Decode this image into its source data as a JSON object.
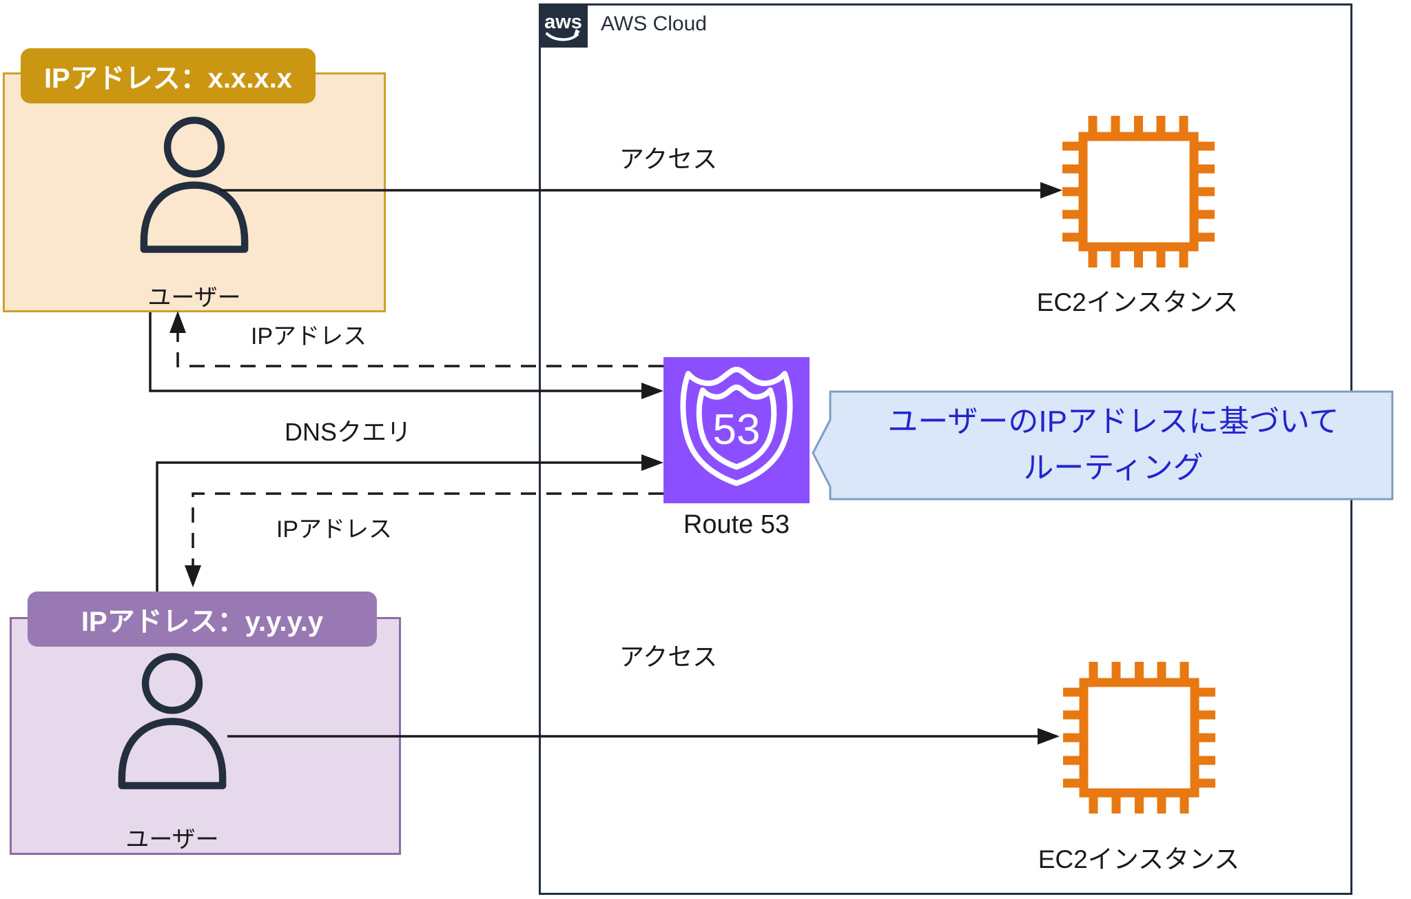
{
  "aws_cloud": {
    "title": "AWS Cloud",
    "logo_text": "aws"
  },
  "groups": [
    {
      "id": "user-x",
      "badge": "IPアドレス：x.x.x.x",
      "user_label": "ユーザー"
    },
    {
      "id": "user-y",
      "badge": "IPアドレス：y.y.y.y",
      "user_label": "ユーザー"
    }
  ],
  "nodes": {
    "route53": {
      "label": "Route 53",
      "icon_number": "53"
    },
    "ec2_top": {
      "label": "EC2インスタンス"
    },
    "ec2_bottom": {
      "label": "EC2インスタンス"
    }
  },
  "edge_labels": {
    "access_top": "アクセス",
    "ip_top": "IPアドレス",
    "dns_query": "DNSクエリ",
    "ip_bottom": "IPアドレス",
    "access_bottom": "アクセス"
  },
  "callout": {
    "line1": "ユーザーのIPアドレスに基づいて",
    "line2": "ルーティング"
  },
  "colors": {
    "navy": "#232F3E",
    "line": "#1a1a1a",
    "gold_badge": "#CB9712",
    "gold_border": "#D0A02B",
    "gold_fill": "#FAE7CE",
    "purple_badge": "#9879B3",
    "purple_border": "#8D6BA6",
    "purple_fill": "#E6D9EC",
    "r53": "#8C4FFF",
    "ec2": "#E87811",
    "callout_fill": "#D9E7F8",
    "callout_border": "#7E9CC4",
    "callout_text": "#2323CD"
  }
}
